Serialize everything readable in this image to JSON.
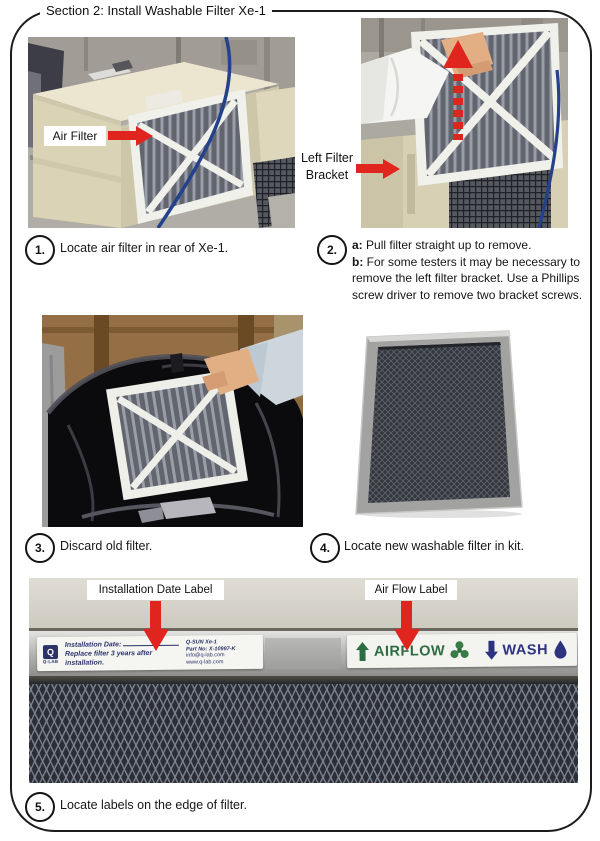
{
  "page": {
    "title": "Section 2: Install Washable Filter Xe-1"
  },
  "steps": [
    {
      "num": "1.",
      "text": "Locate air filter in rear of Xe-1."
    },
    {
      "num": "2.",
      "a_label": "a:",
      "a_text": "Pull filter straight up to remove.",
      "b_label": "b:",
      "b_text": "For some testers it may be necessary to remove the left filter bracket.  Use a Phillips screw driver to remove two bracket screws."
    },
    {
      "num": "3.",
      "text": "Discard old filter."
    },
    {
      "num": "4.",
      "text": "Locate new washable filter in kit."
    },
    {
      "num": "5.",
      "text": "Locate labels on the edge of filter."
    }
  ],
  "callouts": {
    "air_filter": "Air Filter",
    "left_filter_bracket_line1": "Left Filter",
    "left_filter_bracket_line2": "Bracket",
    "installation_date_label": "Installation Date Label",
    "air_flow_label": "Air Flow Label"
  },
  "edge_stickers": {
    "logo_letter": "Q",
    "logo_sub": "Q-LAB",
    "install_line1": "Installation Date:",
    "install_line2": "Replace filter 3 years after installation.",
    "part_line1": "Q-SUN Xe-1",
    "part_line2": "Part No: X-10997-K",
    "part_line3": "info@q-lab.com",
    "part_line4": "www.q-lab.com",
    "airflow": "AIRFLOW",
    "wash": "WASH"
  },
  "colors": {
    "arrow_red": "#e0251f",
    "airflow_green": "#2d6b40",
    "wash_navy": "#2e3380",
    "sticker_blue": "#2a3268",
    "machine_beige": "#d8d0b4"
  }
}
